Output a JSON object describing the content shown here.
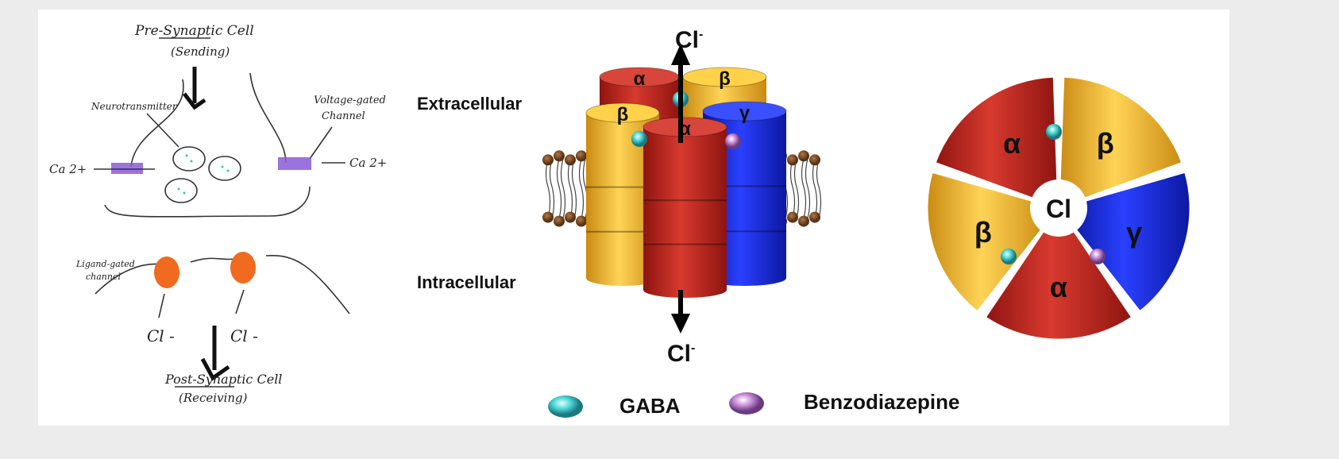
{
  "sketch": {
    "pre_synaptic": "Pre-Synaptic Cell",
    "pre_sub": "(Sending)",
    "neurotransmitter": "Neurotransmitter",
    "voltage_gated_1": "Voltage-gated",
    "voltage_gated_2": "Channel",
    "ca_left": "Ca 2+",
    "ca_right": "Ca 2+",
    "ligand_gated_1": "Ligand-gated",
    "ligand_gated_2": "channel",
    "cl_left": "Cl -",
    "cl_right": "Cl -",
    "post_synaptic": "Post-Synaptic Cell",
    "post_sub": "(Receiving)"
  },
  "channel": {
    "cl_top": "Cl",
    "cl_bottom": "Cl",
    "charge": "-",
    "extracellular": "Extracellular",
    "intracellular": "Intracellular",
    "subunits": {
      "back_left": "α",
      "back_right": "β",
      "front_left": "β",
      "front_mid": "α",
      "front_right": "γ"
    }
  },
  "pie": {
    "segments": [
      "β",
      "γ",
      "α",
      "β",
      "α"
    ],
    "center": "Cl"
  },
  "legend": {
    "gaba": "GABA",
    "benzo": "Benzodiazepine"
  },
  "colors": {
    "alpha": "#c8221c",
    "beta": "#f2b630",
    "gamma": "#1428e0",
    "gaba": "#4fd8d8",
    "benzo": "#c98fd8",
    "lipid": "#7a4a22"
  }
}
